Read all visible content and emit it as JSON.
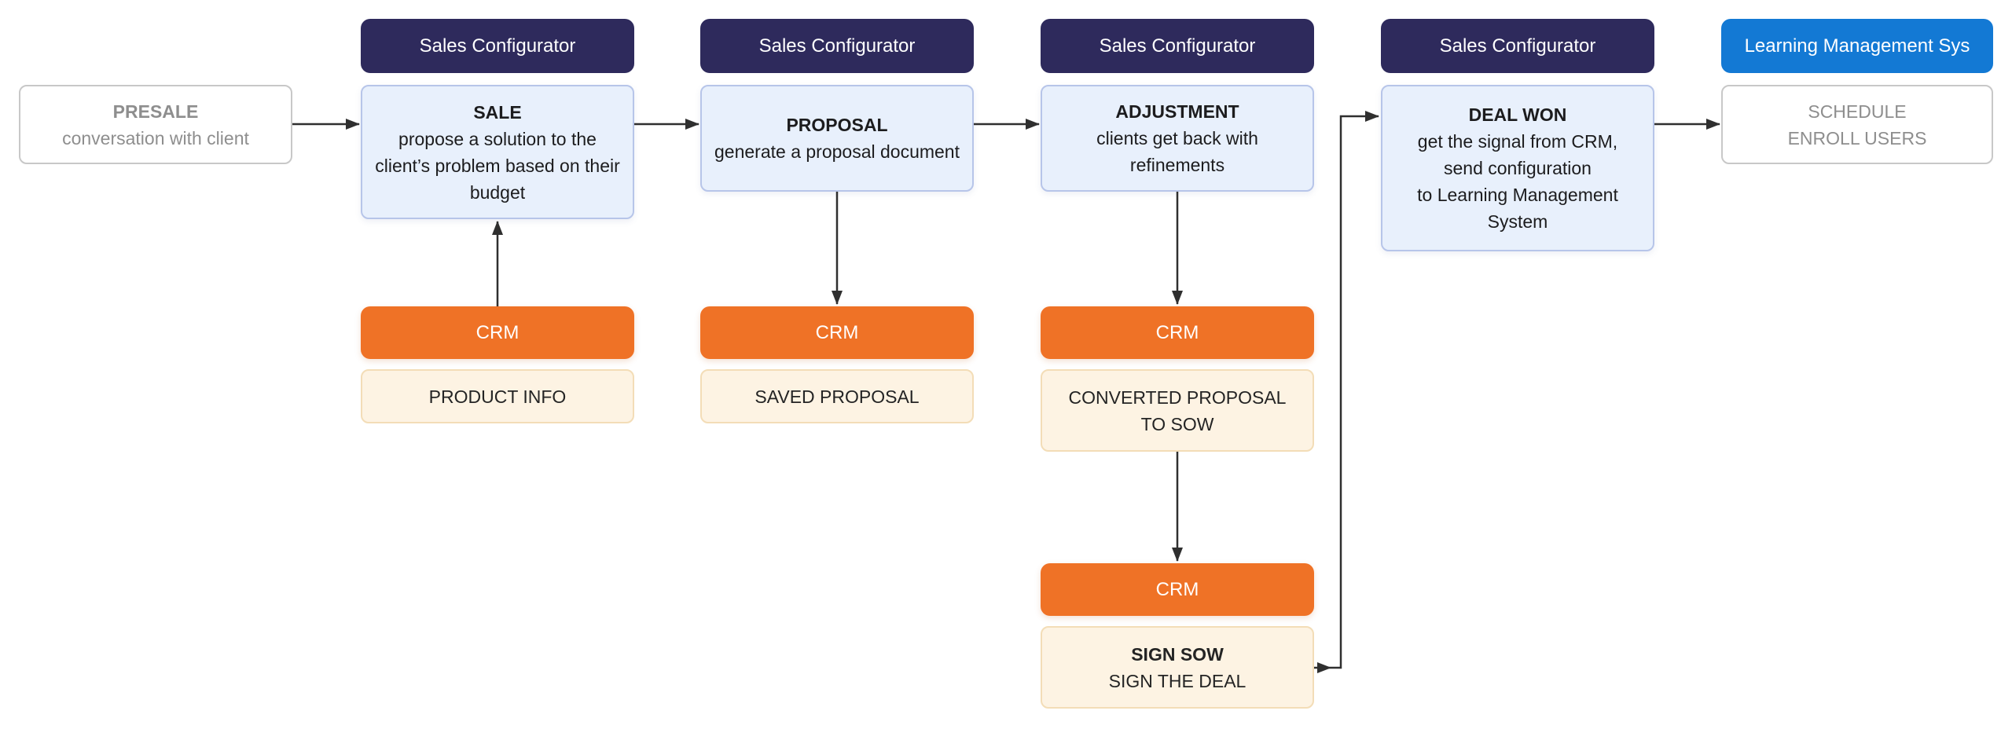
{
  "badges": [
    {
      "label": "Sales Configurator"
    },
    {
      "label": "Sales Configurator"
    },
    {
      "label": "Sales Configurator"
    },
    {
      "label": "Sales Configurator"
    },
    {
      "label": "Learning Management Sys"
    }
  ],
  "nodes": {
    "presale": {
      "title": "PRESALE",
      "subtitle": "conversation with client"
    },
    "sale": {
      "title": "SALE",
      "subtitle": "propose a solution to the client’s problem based on their budget"
    },
    "proposal": {
      "title": "PROPOSAL",
      "subtitle": "generate a proposal document"
    },
    "adjustment": {
      "title": "ADJUSTMENT",
      "subtitle": "clients get back with refinements"
    },
    "deal_won": {
      "title": "DEAL WON",
      "subtitle": "get the signal from CRM,\nsend configuration\nto Learning Management\nSystem"
    },
    "schedule": {
      "title": "SCHEDULE",
      "subtitle": "ENROLL USERS"
    },
    "crm_sale": {
      "label": "CRM"
    },
    "crm_proposal": {
      "label": "CRM"
    },
    "crm_adjustment": {
      "label": "CRM"
    },
    "crm_sign": {
      "label": "CRM"
    },
    "product_info": {
      "label": "PRODUCT INFO"
    },
    "saved_proposal": {
      "label": "SAVED PROPOSAL"
    },
    "converted_proposal": {
      "label": "CONVERTED PROPOSAL\nTO SOW"
    },
    "sign_sow": {
      "title": "SIGN SOW",
      "subtitle": "SIGN THE DEAL"
    }
  },
  "colors": {
    "badge_dark": "#2e2a5c",
    "badge_blue": "#1379d4",
    "node_blue_bg": "#e8f0fc",
    "node_blue_border": "#b7c5e9",
    "crm_orange": "#ef7226",
    "light_orange_bg": "#fdf3e3",
    "light_orange_border": "#f3ddb7",
    "muted_text": "#8e8e8e",
    "dark_text": "#1c1c1e",
    "arrow": "#2f2f2f"
  }
}
